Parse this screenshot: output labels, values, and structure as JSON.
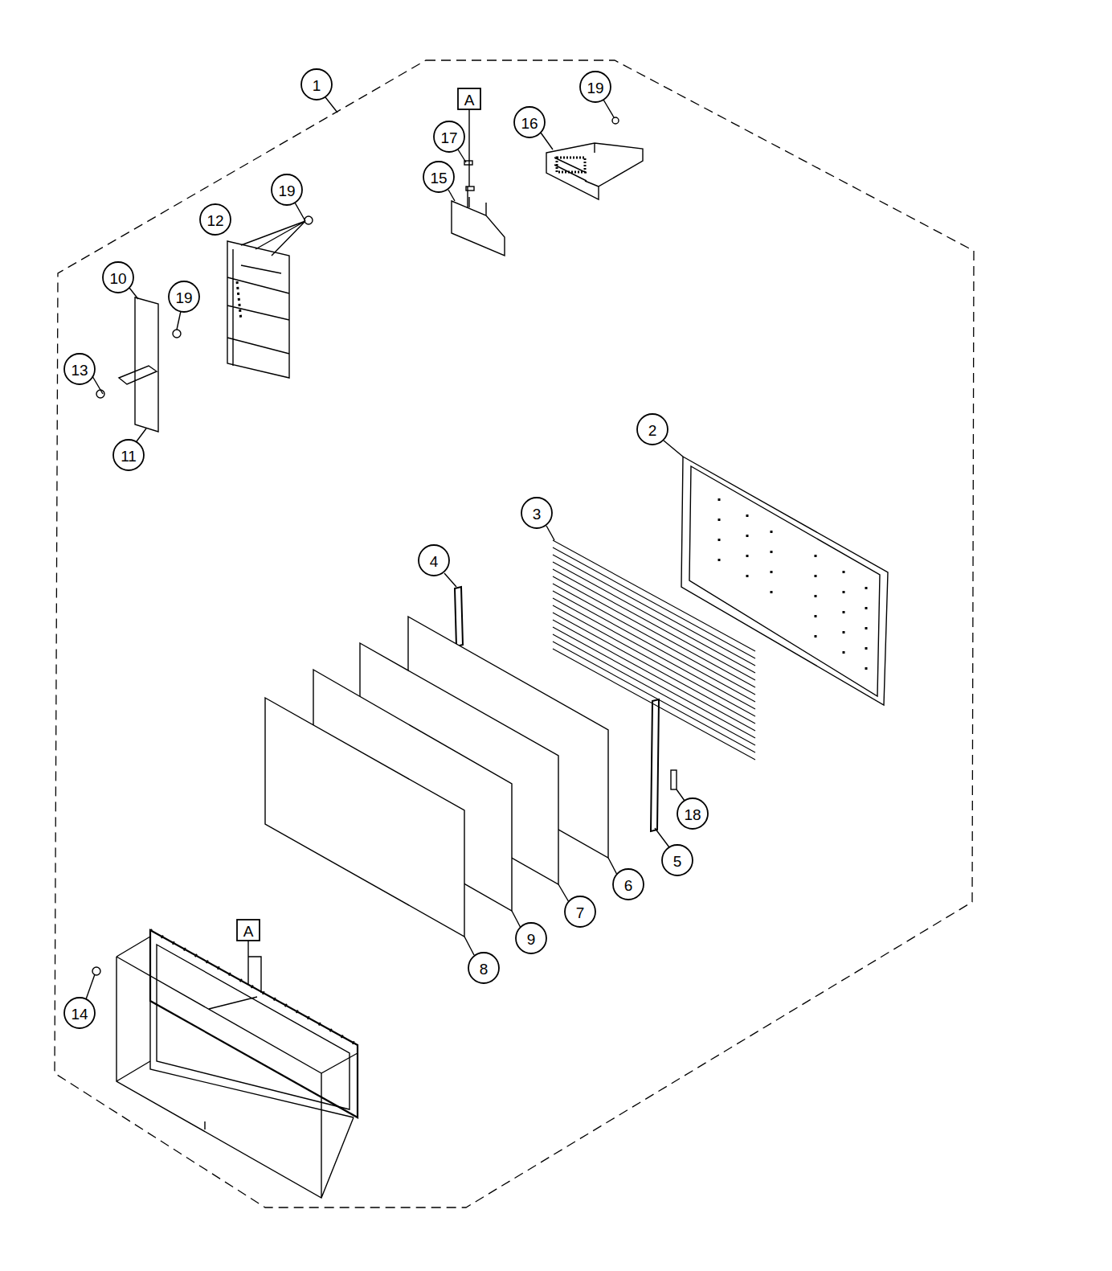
{
  "diagram": {
    "labels": [
      "1",
      "A",
      "19",
      "16",
      "17",
      "15",
      "19",
      "12",
      "10",
      "19",
      "13",
      "11",
      "2",
      "3",
      "4",
      "18",
      "5",
      "6",
      "7",
      "9",
      "8",
      "A",
      "14"
    ]
  }
}
